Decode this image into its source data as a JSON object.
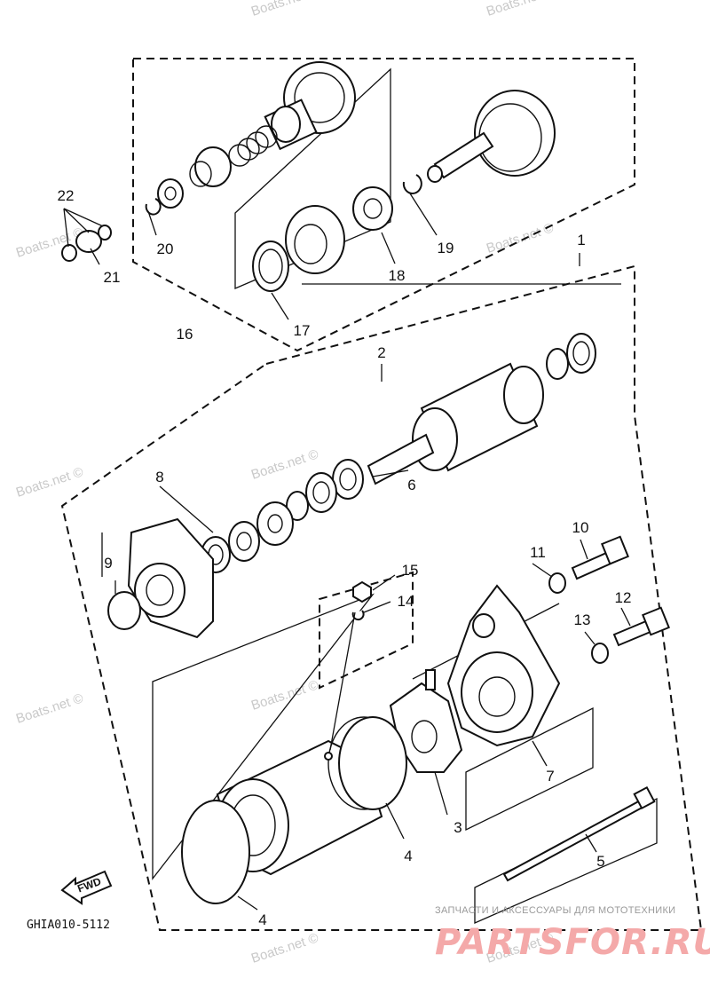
{
  "watermark": "Boats.net ©",
  "drawing_code": "GHIA010-5112",
  "direction_marker": "FWD",
  "footer": {
    "caption": "ЗАПЧАСТИ И АКСЕССУАРЫ ДЛЯ МОТОТЕХНИКИ",
    "brand": "PARTSFOR.RU"
  },
  "callouts": {
    "c1": "1",
    "c2": "2",
    "c3": "3",
    "c4a": "4",
    "c4b": "4",
    "c5": "5",
    "c6": "6",
    "c7": "7",
    "c8": "8",
    "c9": "9",
    "c10": "10",
    "c11": "11",
    "c12": "12",
    "c13": "13",
    "c14": "14",
    "c15": "15",
    "c16": "16",
    "c17": "17",
    "c18": "18",
    "c19": "19",
    "c20": "20",
    "c21": "21",
    "c22": "22"
  }
}
